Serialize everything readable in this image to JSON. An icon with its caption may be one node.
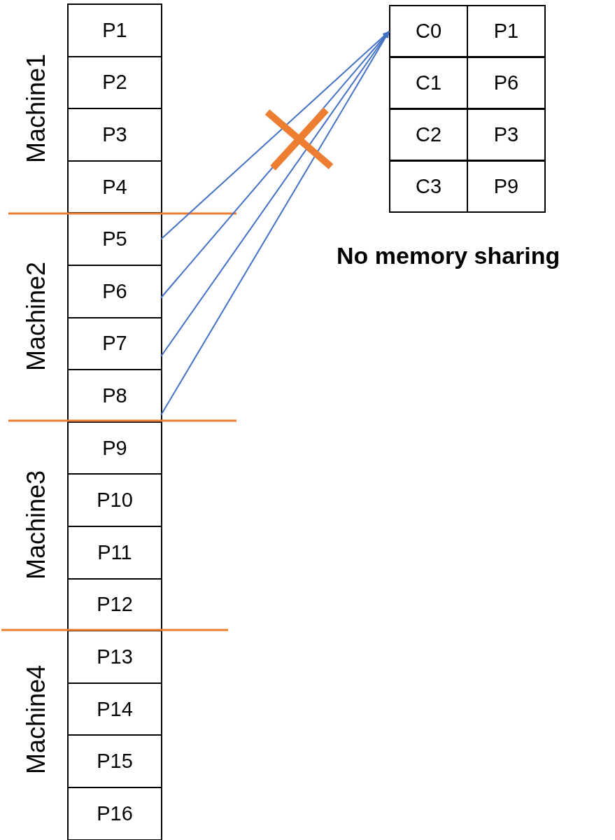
{
  "diagram": {
    "nodes": [
      {
        "text": [
          "P1"
        ]
      },
      {
        "text": [
          "P2"
        ]
      },
      {
        "text": [
          "P3"
        ]
      },
      {
        "text": [
          "P4"
        ]
      },
      {
        "text": [
          "P5"
        ]
      },
      {
        "text": [
          "P6"
        ]
      },
      {
        "text": [
          "P7"
        ]
      },
      {
        "text": [
          "P8"
        ]
      },
      {
        "text": [
          "P9"
        ]
      },
      {
        "text": [
          "P10"
        ]
      },
      {
        "text": [
          "P11"
        ]
      },
      {
        "text": [
          "P12"
        ]
      },
      {
        "text": [
          "P13"
        ]
      },
      {
        "text": [
          "P14"
        ]
      },
      {
        "text": [
          "P15"
        ]
      },
      {
        "text": [
          "P16"
        ]
      },
      {
        "text": [
          "C0"
        ]
      },
      {
        "text": [
          "P1"
        ]
      },
      {
        "text": [
          "C1"
        ]
      },
      {
        "text": [
          "P6"
        ]
      },
      {
        "text": [
          "C2"
        ]
      },
      {
        "text": [
          "P3"
        ]
      },
      {
        "text": [
          "C3"
        ]
      },
      {
        "text": [
          "P9"
        ]
      }
    ],
    "edges": [
      {
        "from": 4,
        "to": 16,
        "arrow": "to"
      },
      {
        "from": 5,
        "to": 16,
        "arrow": "to"
      },
      {
        "from": 6,
        "to": 16,
        "arrow": "to"
      },
      {
        "from": 7,
        "to": 16,
        "arrow": "to"
      }
    ],
    "labels": [
      "Machine1",
      "Machine2",
      "Machine3",
      "Machine4",
      "No memory sharing"
    ]
  }
}
